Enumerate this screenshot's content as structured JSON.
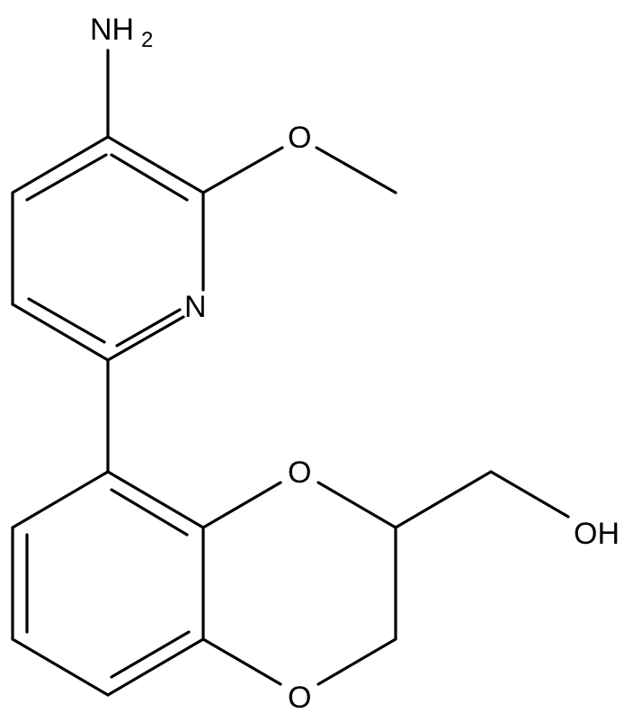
{
  "molecule": {
    "atom_labels": {
      "amine": "NH",
      "amine_subscript": "2",
      "methoxy_oxygen": "O",
      "pyridine_nitrogen": "N",
      "dioxane_oxygen_top": "O",
      "dioxane_oxygen_bottom": "O",
      "hydroxyl": "OH"
    }
  }
}
